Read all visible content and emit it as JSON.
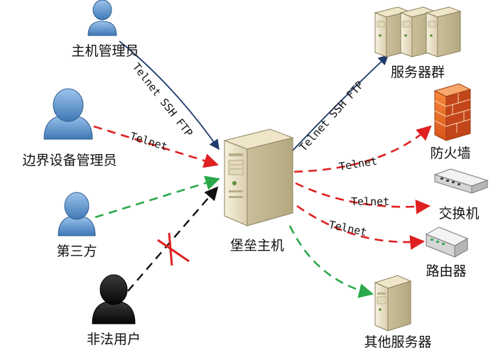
{
  "nodes": {
    "host_admin": "主机管理员",
    "border_admin": "边界设备管理员",
    "third_party": "第三方",
    "illegal_user": "非法用户",
    "bastion": "堡垒主机",
    "server_group": "服务器群",
    "firewall": "防火墙",
    "switch": "交换机",
    "router": "路由器",
    "other_servers": "其他服务器"
  },
  "edges": {
    "host_admin_protocols": "Telnet SSH FTP",
    "border_admin_protocol": "Telnet",
    "server_group_protocols": "Telnet SSH FTP",
    "firewall_protocol": "Telnet",
    "switch_protocol": "Telnet",
    "router_protocol": "Telnet"
  },
  "colors": {
    "admin_link": "#e02020",
    "allowed_link": "#2aa84a",
    "blocked_link": "#111111",
    "solid_link": "#1f3a6b",
    "block_mark": "#e02020",
    "user_blue": "#5b95cf",
    "user_black": "#141414"
  },
  "icons": {
    "user": "user-icon",
    "bastion": "bastion-server-icon",
    "server_group": "server-rack-icon",
    "firewall": "firewall-icon",
    "switch": "switch-icon",
    "router": "router-icon",
    "server": "server-icon",
    "blocked": "blocked-x-icon"
  }
}
